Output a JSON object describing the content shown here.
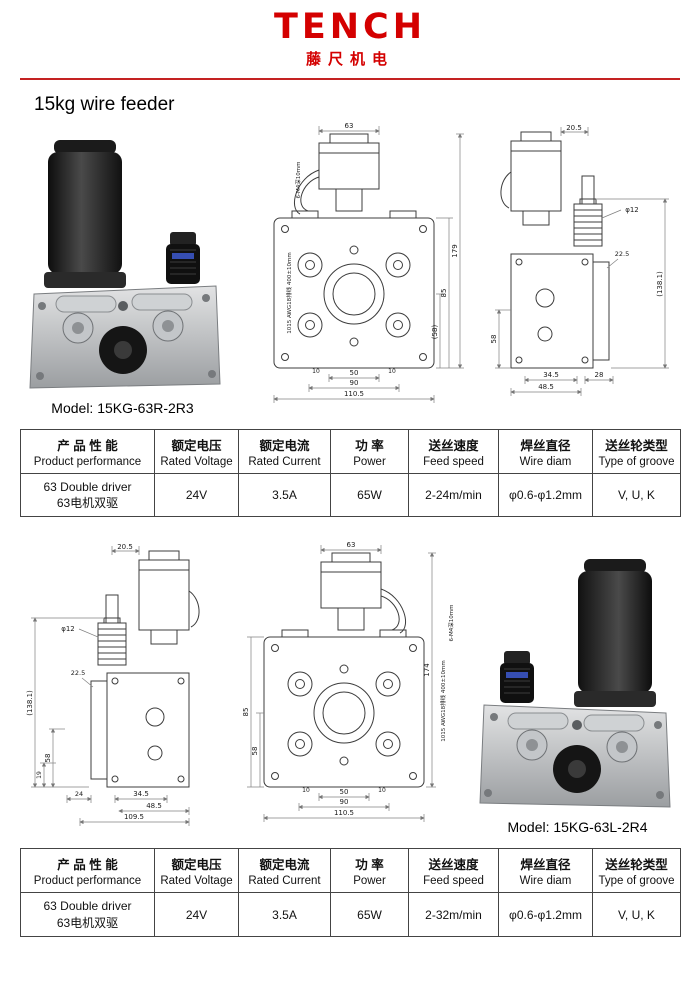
{
  "header": {
    "logo_text": "TENCH",
    "logo_sub": "藤尺机电"
  },
  "page_title": "15kg wire feeder",
  "section1": {
    "model_label": "Model: 15KG-63R-2R3"
  },
  "section2": {
    "model_label": "Model: 15KG-63L-2R4"
  },
  "spec_headers": [
    {
      "zh": "产 品 性 能",
      "en": "Product performance"
    },
    {
      "zh": "额定电压",
      "en": "Rated Voltage"
    },
    {
      "zh": "额定电流",
      "en": "Rated Current"
    },
    {
      "zh": "功 率",
      "en": "Power"
    },
    {
      "zh": "送丝速度",
      "en": "Feed speed"
    },
    {
      "zh": "焊丝直径",
      "en": "Wire diam"
    },
    {
      "zh": "送丝轮类型",
      "en": "Type of groove"
    }
  ],
  "spec_table1": {
    "product_en": "63 Double driver",
    "product_zh": "63电机双驱",
    "rated_voltage": "24V",
    "rated_current": "3.5A",
    "power": "65W",
    "feed_speed": "2-24m/min",
    "wire_diam": "φ0.6-φ1.2mm",
    "groove_type": "V, U, K"
  },
  "spec_table2": {
    "product_en": "63 Double driver",
    "product_zh": "63电机双驱",
    "rated_voltage": "24V",
    "rated_current": "3.5A",
    "power": "65W",
    "feed_speed": "2-32m/min",
    "wire_diam": "φ0.6-φ1.2mm",
    "groove_type": "V, U, K"
  },
  "drawings": {
    "front_right": {
      "dim_top_width": "63",
      "dim_total_height": "179",
      "dim_mid_height": "85",
      "dim_low_height": "(58)",
      "dim_hole_left": "10",
      "dim_hole_right": "10",
      "dim_bottom_1": "50",
      "dim_bottom_2": "90",
      "dim_bottom_3": "110.5",
      "note_threads": "6-M4深10mm",
      "note_wire": "1015 AWG18排线 400±10mm"
    },
    "side_right": {
      "dim_top": "20.5",
      "dim_knob_dia": "φ12",
      "dim_height": "(138.1)",
      "dim_mid": "22.5",
      "dim_left": "58",
      "dim_bottom_1": "34.5",
      "dim_bottom_2": "48.5",
      "dim_bottom_3": "28"
    },
    "side_left": {
      "dim_top": "20.5",
      "dim_knob_dia": "φ12",
      "dim_height": "(138.1)",
      "dim_mid": "22.5",
      "dim_left": "58",
      "dim_left_2": "19",
      "dim_bottom_0": "24",
      "dim_bottom_1": "34.5",
      "dim_bottom_2": "48.5",
      "dim_bottom_3": "109.5"
    },
    "front_left": {
      "dim_top_width": "63",
      "dim_total_height": "174",
      "dim_mid_height": "85",
      "dim_low_height": "58",
      "dim_hole_left": "10",
      "dim_hole_right": "10",
      "dim_bottom_1": "50",
      "dim_bottom_2": "90",
      "dim_bottom_3": "110.5",
      "note_threads": "6-M4深10mm",
      "note_wire": "1015 AWG18排线 400±10mm"
    }
  }
}
